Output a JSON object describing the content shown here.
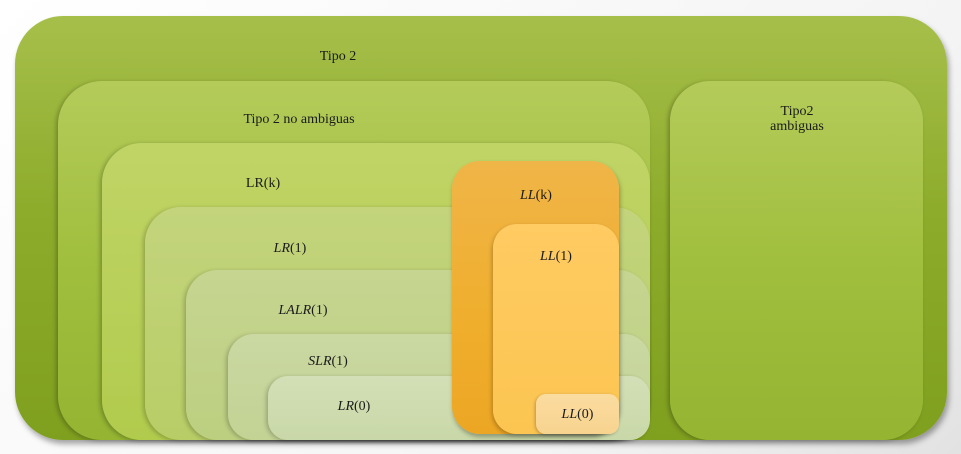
{
  "diagram": {
    "tipo2": {
      "label": "Tipo 2"
    },
    "no_ambiguas": {
      "label": "Tipo 2 no ambiguas"
    },
    "ambiguas": {
      "label_line1": "Tipo2",
      "label_line2": "ambiguas"
    },
    "lrk": {
      "label": "LR(k)"
    },
    "lr1": {
      "italic": "LR",
      "rest": "(1)"
    },
    "lalr1": {
      "italic": "LALR",
      "rest": "(1)"
    },
    "slr1": {
      "italic": "SLR",
      "rest": "(1)"
    },
    "lr0": {
      "italic": "LR",
      "rest": "(0)"
    },
    "llk": {
      "italic": "LL",
      "rest": "(k)"
    },
    "ll1": {
      "italic": "LL",
      "rest": "(1)"
    },
    "ll0": {
      "italic": "LL",
      "rest": "(0)"
    }
  },
  "colors": {
    "outer_green": "#8eac2c",
    "inner_green": "#a1bf3e",
    "pale_green": "#c9d8a8",
    "orange": "#efae2c",
    "light_orange": "#fcc551",
    "peach": "#f7d38f"
  }
}
